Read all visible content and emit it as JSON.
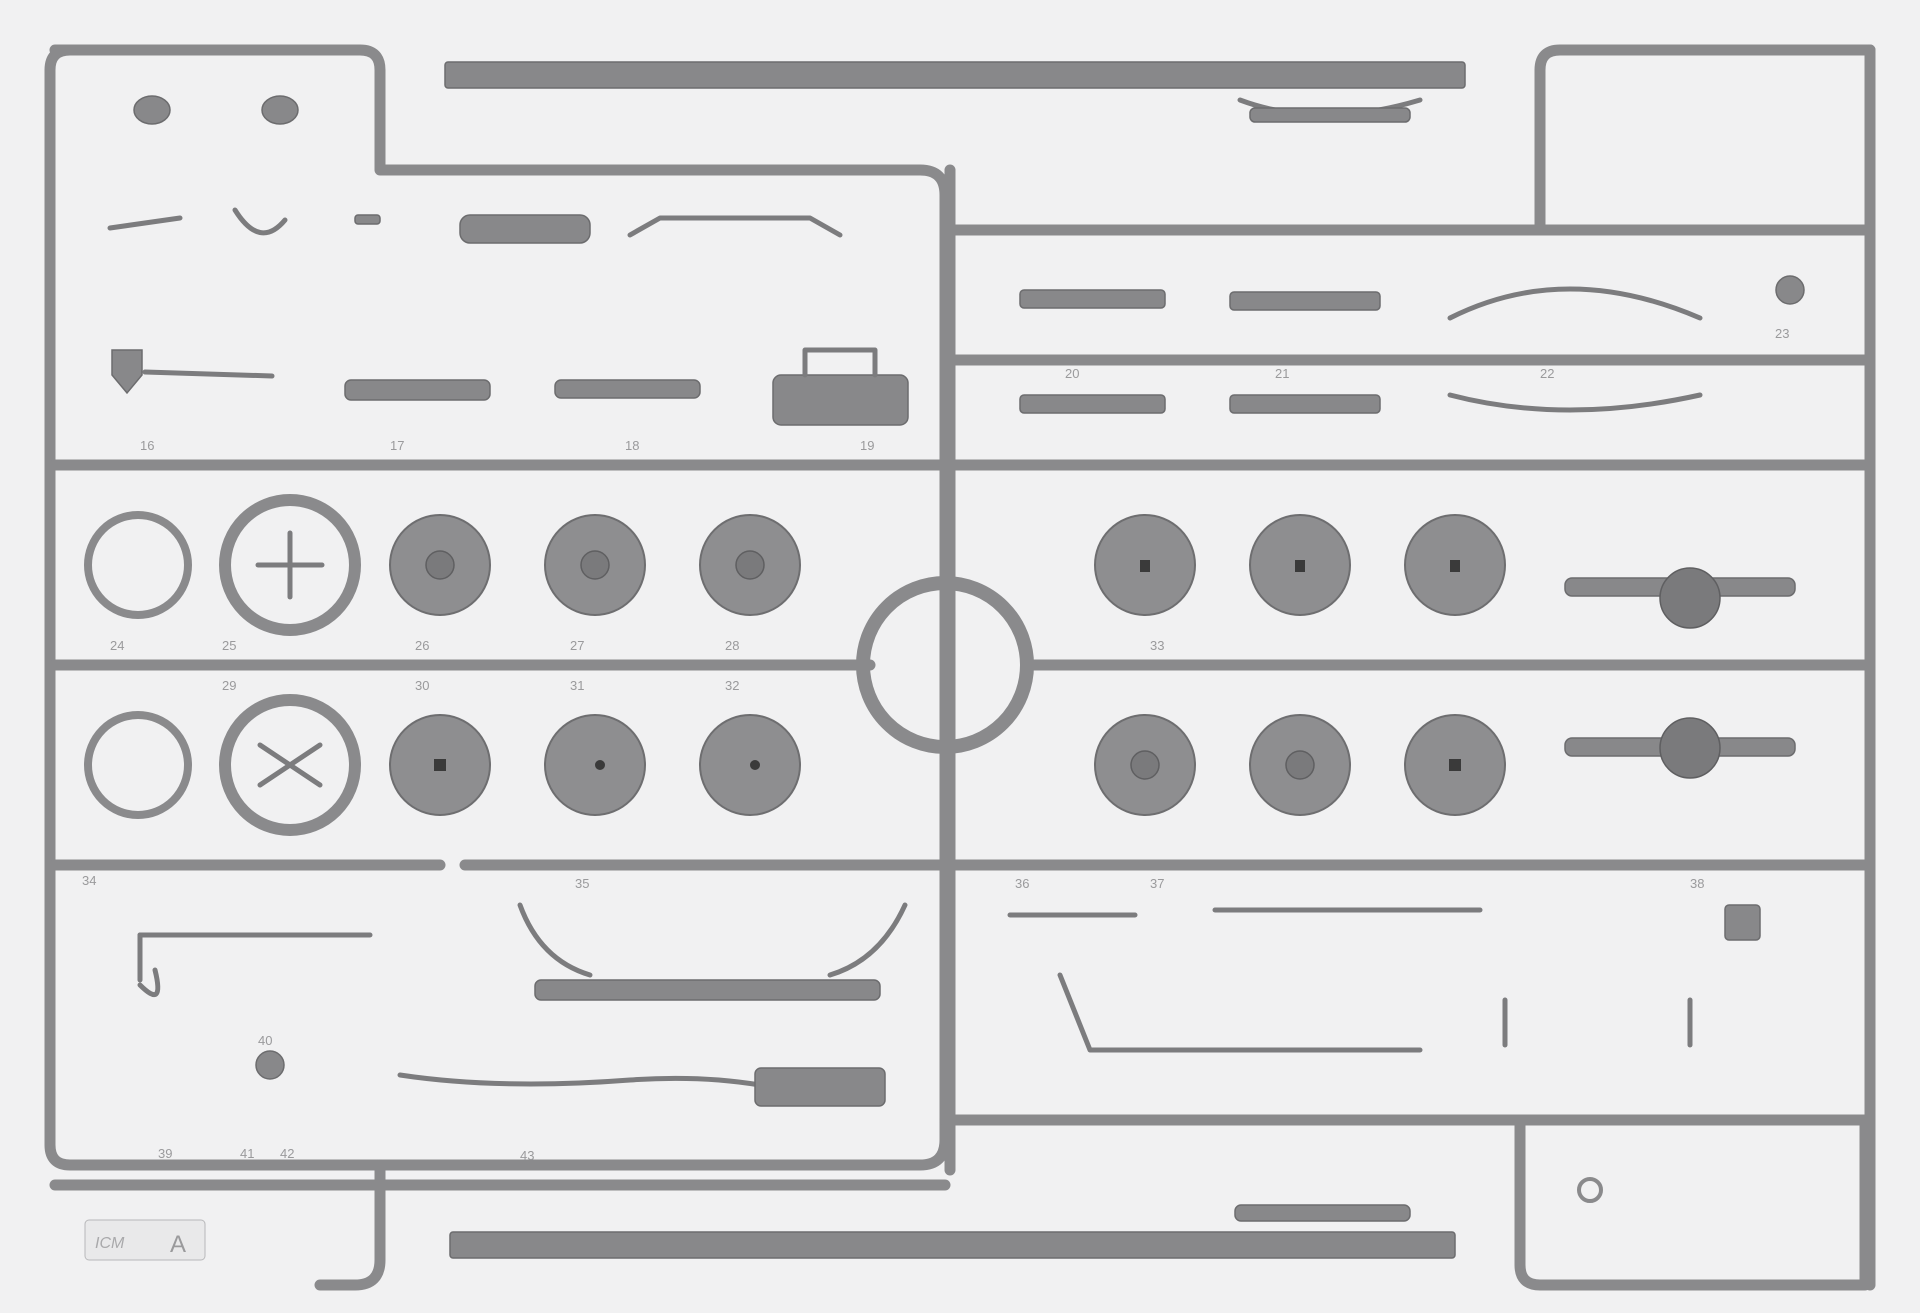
{
  "image": {
    "background": "#f1f1f2",
    "plastic_color": "#8a8a8c"
  },
  "sprue_tag": {
    "brand": "ICM",
    "letter": "A"
  },
  "part_numbers": [
    "16",
    "17",
    "18",
    "19",
    "20",
    "21",
    "22",
    "23",
    "24",
    "25",
    "26",
    "27",
    "28",
    "29",
    "30",
    "31",
    "32",
    "33",
    "34",
    "35",
    "36",
    "37",
    "38",
    "39",
    "40",
    "41",
    "42",
    "43"
  ]
}
